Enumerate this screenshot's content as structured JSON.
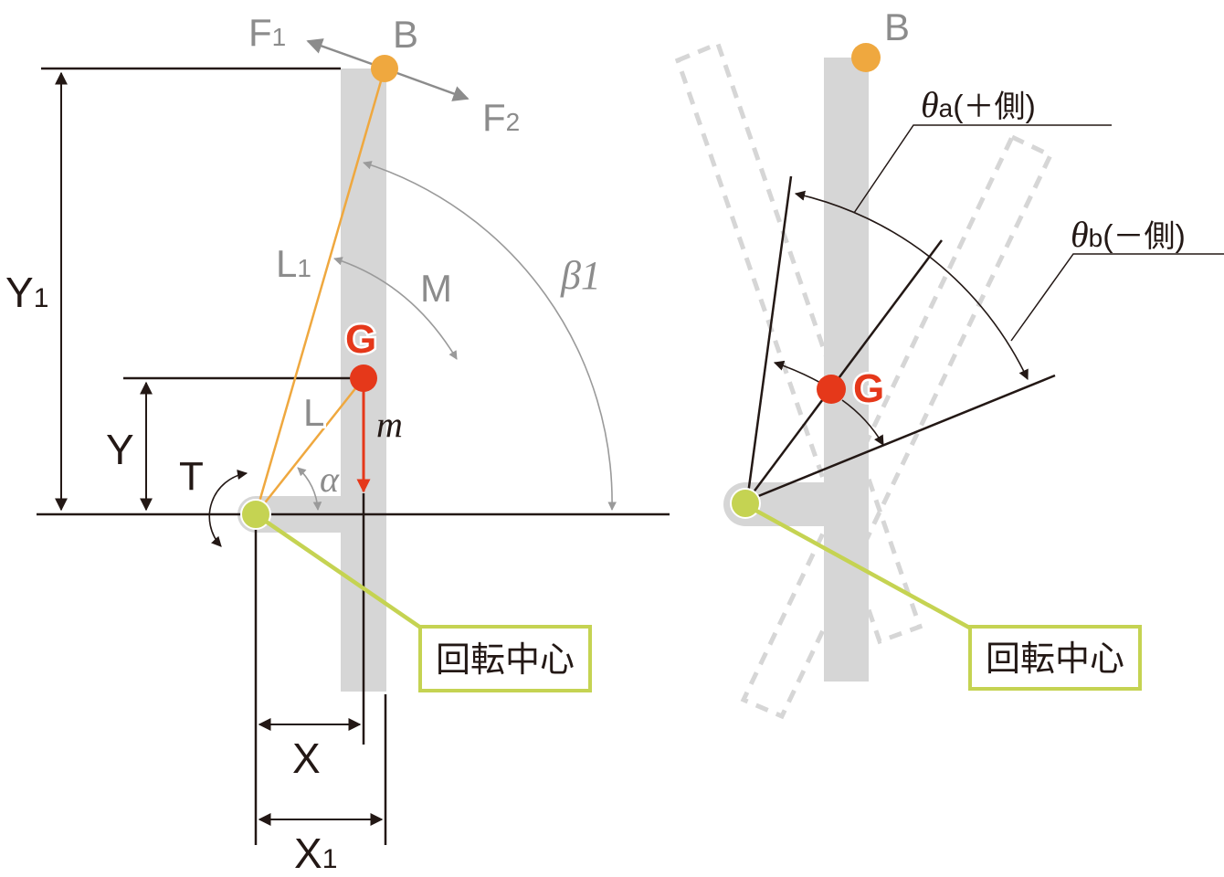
{
  "left": {
    "point_b": "B",
    "force_1": "F",
    "force_1_sub": "1",
    "force_2": "F",
    "force_2_sub": "2",
    "y1": "Y",
    "y1_sub": "1",
    "y": "Y",
    "l1": "L",
    "l1_sub": "1",
    "l": "L",
    "m_upper": "M",
    "beta": "β1",
    "g": "G",
    "mass": "m",
    "torque": "T",
    "alpha": "α",
    "x": "X",
    "x1": "X",
    "x1_sub": "1",
    "pivot_label": "回転中心"
  },
  "right": {
    "point_b": "B",
    "g": "G",
    "theta_a": "θ",
    "theta_a_sub": "a",
    "theta_a_note": "(＋側)",
    "theta_b": "θ",
    "theta_b_sub": "b",
    "theta_b_note": "(－側)",
    "pivot_label": "回転中心"
  },
  "colors": {
    "bar": "#d6d6d6",
    "b_point": "#efa83f",
    "g_point": "#e5381a",
    "pivot": "#c5d352",
    "label_gray": "#8c8c8c",
    "line": "#231815"
  }
}
